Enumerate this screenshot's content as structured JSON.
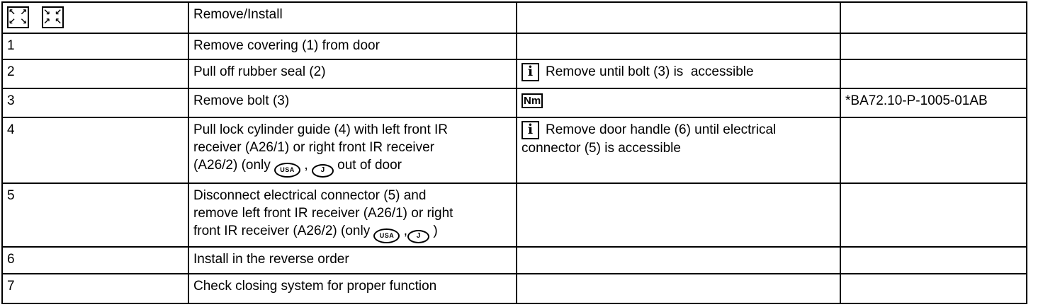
{
  "colors": {
    "border": "#000000",
    "text": "#000000",
    "background": "#ffffff"
  },
  "header": {
    "title": "Remove/Install",
    "operation_icons": [
      {
        "name": "removing-arrows-icon",
        "glyph_rows": [
          "↖ ↗",
          "↙ ↘"
        ]
      },
      {
        "name": "installing-arrows-icon",
        "glyph_rows": [
          "↘ ↙",
          "↗ ↖"
        ]
      }
    ]
  },
  "note_icon_labels": {
    "info": "i",
    "nm": "Nm"
  },
  "rows": [
    {
      "step": "1",
      "description": [
        {
          "t": "text",
          "v": "Remove covering (1) from door"
        }
      ],
      "note": [],
      "reference": ""
    },
    {
      "step": "2",
      "description": [
        {
          "t": "text",
          "v": "Pull off rubber seal (2)"
        }
      ],
      "note": [
        {
          "t": "icon",
          "v": "info"
        },
        {
          "t": "text",
          "v": "Remove until bolt (3) is  accessible"
        }
      ],
      "reference": ""
    },
    {
      "step": "3",
      "description": [
        {
          "t": "text",
          "v": "Remove bolt (3)"
        }
      ],
      "note": [
        {
          "t": "icon",
          "v": "nm"
        }
      ],
      "reference": "*BA72.10-P-1005-01AB"
    },
    {
      "step": "4",
      "description": [
        {
          "t": "text",
          "v": "Pull lock cylinder guide (4) with left front IR\nreceiver (A26/1) or right front IR receiver\n(A26/2) (only "
        },
        {
          "t": "badge",
          "v": "USA"
        },
        {
          "t": "text",
          "v": " , "
        },
        {
          "t": "badge",
          "v": "J"
        },
        {
          "t": "text",
          "v": " out of door"
        }
      ],
      "note": [
        {
          "t": "icon",
          "v": "info"
        },
        {
          "t": "text",
          "v": "Remove door handle (6) until electrical\nconnector (5) is accessible"
        }
      ],
      "reference": ""
    },
    {
      "step": "5",
      "description": [
        {
          "t": "text",
          "v": "Disconnect electrical connector (5) and\nremove left front IR receiver (A26/1) or right\nfront IR receiver (A26/2) (only "
        },
        {
          "t": "badge",
          "v": "USA"
        },
        {
          "t": "text",
          "v": " ,"
        },
        {
          "t": "badge",
          "v": "J"
        },
        {
          "t": "text",
          "v": " )"
        }
      ],
      "note": [],
      "reference": ""
    },
    {
      "step": "6",
      "description": [
        {
          "t": "text",
          "v": "Install in the reverse order"
        }
      ],
      "note": [],
      "reference": ""
    },
    {
      "step": "7",
      "description": [
        {
          "t": "text",
          "v": "Check closing system for proper function"
        }
      ],
      "note": [],
      "reference": ""
    }
  ]
}
